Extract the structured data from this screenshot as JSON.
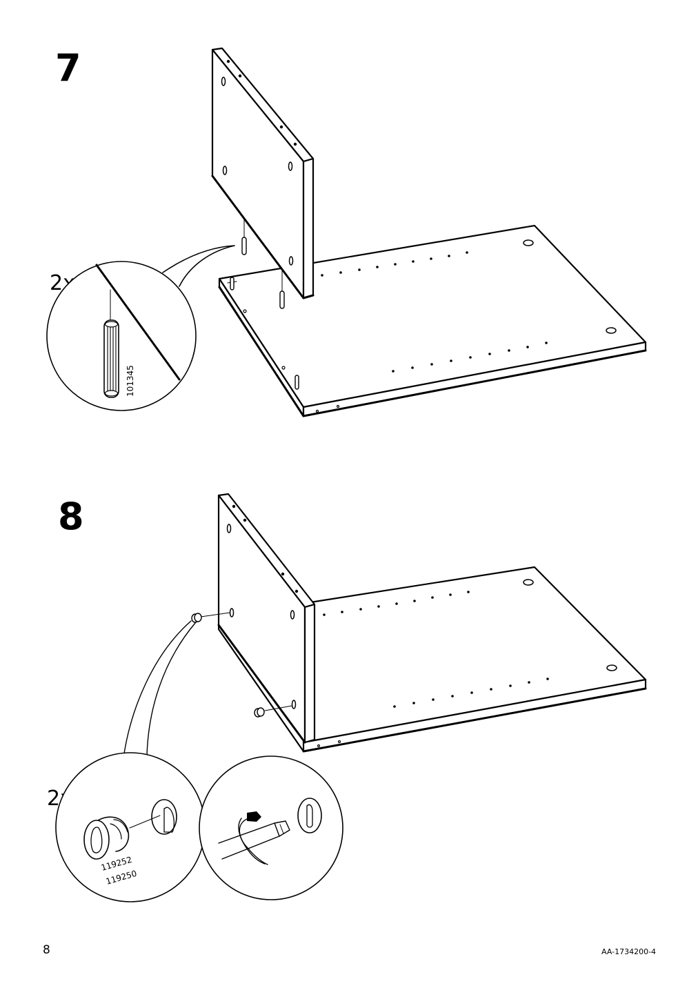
{
  "steps": [
    {
      "number": "7",
      "quantity": "2x",
      "part_numbers": [
        "101345"
      ]
    },
    {
      "number": "8",
      "quantity": "2x",
      "part_numbers": [
        "119252",
        "119250"
      ]
    }
  ],
  "footer": {
    "page_number": "8",
    "document_code": "AA-1734200-4"
  },
  "icons": [
    "wooden-dowel-icon",
    "cam-lock-icon",
    "screwdriver-icon",
    "rotate-arrow-icon"
  ]
}
